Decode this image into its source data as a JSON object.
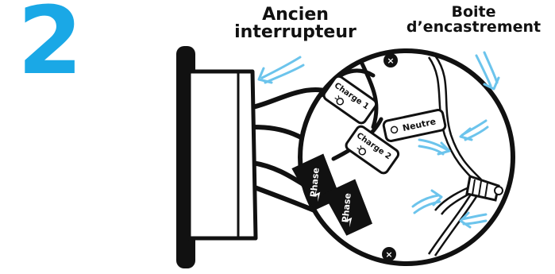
{
  "step": {
    "number": "2",
    "color": "#1aa8e6"
  },
  "callouts": {
    "old_switch": {
      "line1": "Ancien",
      "line2": "interrupteur"
    },
    "wall_box": {
      "line1": "Boite",
      "line2": "d’encastrement"
    }
  },
  "labels": {
    "load_1": "Charge 1",
    "load_2": "Charge 2",
    "neutral": "Neutre",
    "phase_1": "Phase",
    "phase_2": "Phase"
  },
  "colors": {
    "arrow": "#6cc4ec",
    "outline": "#111111",
    "fill": "#ffffff",
    "cap": "#111111"
  },
  "icons": {
    "load": "lightbulb-icon",
    "phase": "lightning-icon",
    "screw": "screw-icon",
    "connector": "wire-nut-icon"
  }
}
